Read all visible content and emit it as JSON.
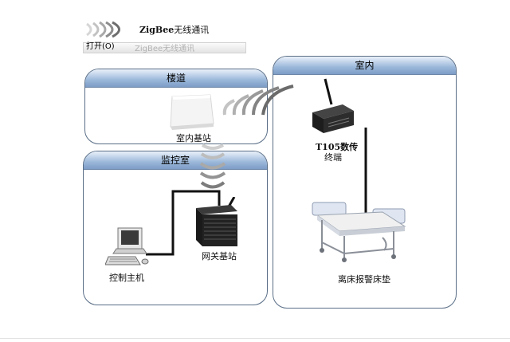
{
  "header": {
    "title_latin": "ZigBee",
    "title_cn": "无线通讯"
  },
  "toolbar": {
    "open_label": "打开(O)",
    "ghost_text": "ZigBee无线通讯"
  },
  "panels": {
    "corridor": {
      "title": "楼道"
    },
    "monitor": {
      "title": "监控室"
    },
    "indoor": {
      "title": "室内"
    }
  },
  "devices": {
    "indoor_base_station": "室内基站",
    "gateway_base_station": "网关基站",
    "control_host": "控制主机",
    "terminal_line1": "T105数传",
    "terminal_line2": "终端",
    "bed_pad": "离床报警床垫"
  },
  "icons": {
    "header": "wireless-waves-icon",
    "corridor": "wireless-waves-icon",
    "vertical": "wireless-waves-icon",
    "base_station": "white-box-icon",
    "gateway": "gateway-router-icon",
    "computer": "desktop-computer-icon",
    "terminal": "radio-terminal-icon",
    "bed": "hospital-bed-icon"
  },
  "colors": {
    "panel_header": "#9bb8da",
    "panel_border": "#5a6e87",
    "cable": "#111111"
  }
}
